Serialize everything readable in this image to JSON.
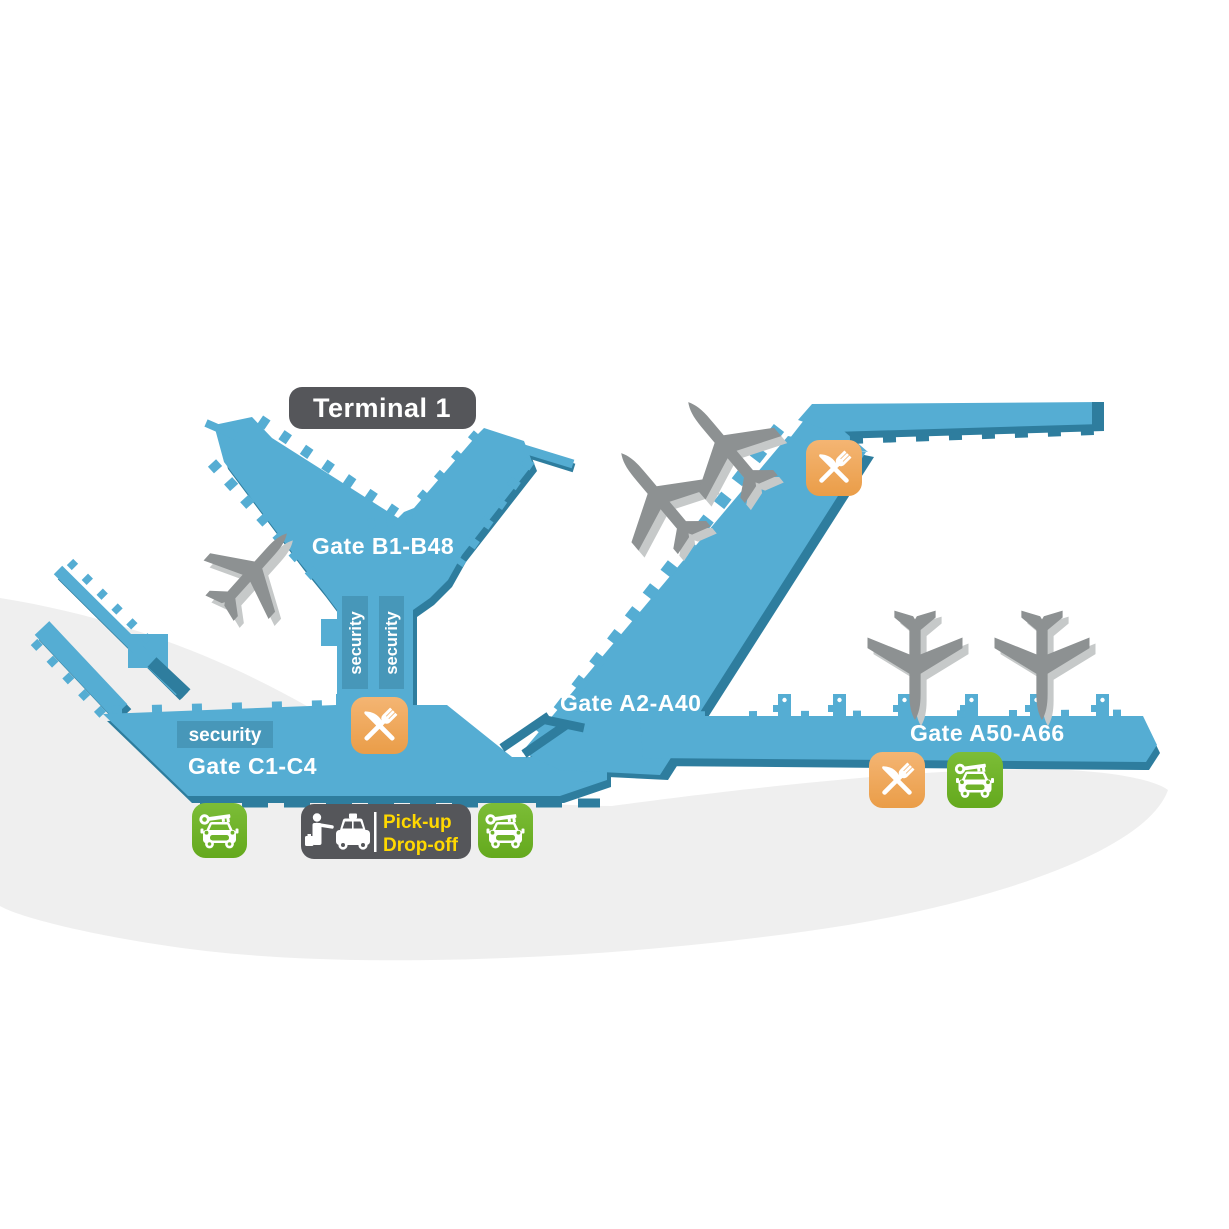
{
  "map": {
    "terminal_label": "Terminal 1",
    "gate_labels": {
      "b_gates": "Gate B1-B48",
      "c_gates": "Gate C1-C4",
      "a_gates_low": "Gate A2-A40",
      "a_gates_high": "Gate A50-A66"
    },
    "security_labels": {
      "vertical_left": "security",
      "vertical_right": "security",
      "concourse_c": "security"
    },
    "pickup_dropoff": {
      "line1": "Pick-up",
      "line2": "Drop-off"
    },
    "icons": {
      "restaurant_icons": [
        "restaurant-north",
        "restaurant-central",
        "restaurant-east"
      ],
      "car_rental_icons": [
        "car-rental-west",
        "car-rental-center",
        "car-rental-east"
      ],
      "taxi_icon": "pickup-dropoff-taxi",
      "airplane_count": 5
    },
    "colors": {
      "terminal_fill": "#55add3",
      "terminal_shadow": "#2e7d9e",
      "security_box": "#4797b9",
      "badge_gray": "#55565a",
      "pickup_text_yellow": "#ffd800",
      "restaurant_orange": "#efa95f",
      "car_rental_green": "#6fb32a",
      "plane_gray": "#8d9192",
      "apron_gray": "#efefef",
      "label_text": "#ffffff"
    }
  }
}
